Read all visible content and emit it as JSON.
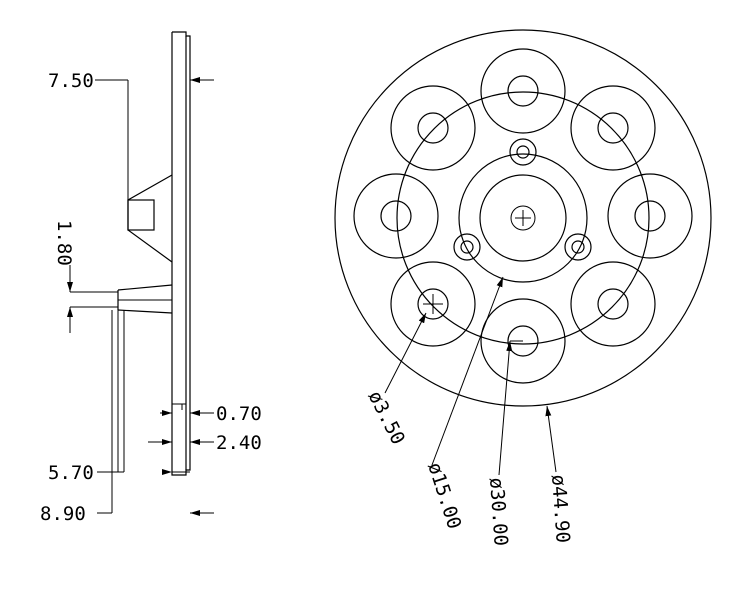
{
  "side_view": {
    "dimensions": {
      "total_height": "7.50",
      "step_height": "1.80",
      "plate_thickness": "0.70",
      "overall_thickness": "2.40",
      "inner_width": "5.70",
      "outer_width": "8.90"
    }
  },
  "top_view": {
    "dimensions": {
      "small_hole": "ø3.50",
      "inner_circle": "ø15.00",
      "pitch_circle": "ø30.00",
      "outer_circle": "ø44.90"
    }
  }
}
